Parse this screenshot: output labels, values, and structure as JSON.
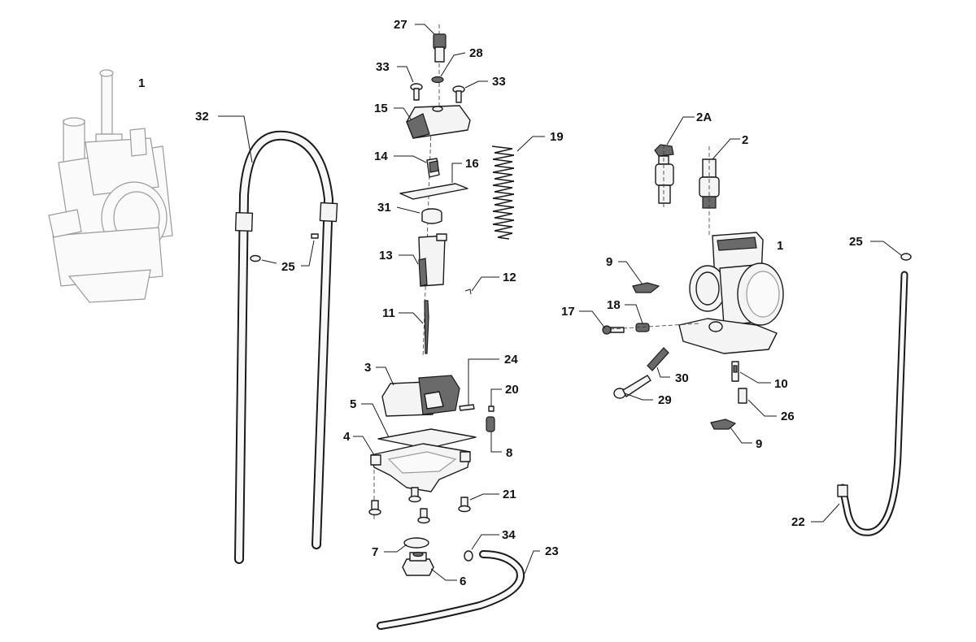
{
  "labels": {
    "p1a": "1",
    "p1b": "1",
    "p2": "2",
    "p2a": "2A",
    "p3": "3",
    "p4": "4",
    "p5": "5",
    "p6": "6",
    "p7": "7",
    "p8": "8",
    "p9a": "9",
    "p9b": "9",
    "p10": "10",
    "p11": "11",
    "p12": "12",
    "p13": "13",
    "p14": "14",
    "p15": "15",
    "p16": "16",
    "p17": "17",
    "p18": "18",
    "p19": "19",
    "p20": "20",
    "p21": "21",
    "p22": "22",
    "p23": "23",
    "p24": "24",
    "p25a": "25",
    "p25b": "25",
    "p26": "26",
    "p27": "27",
    "p28": "28",
    "p29": "29",
    "p30": "30",
    "p31": "31",
    "p32": "32",
    "p33a": "33",
    "p33b": "33",
    "p34": "34"
  }
}
